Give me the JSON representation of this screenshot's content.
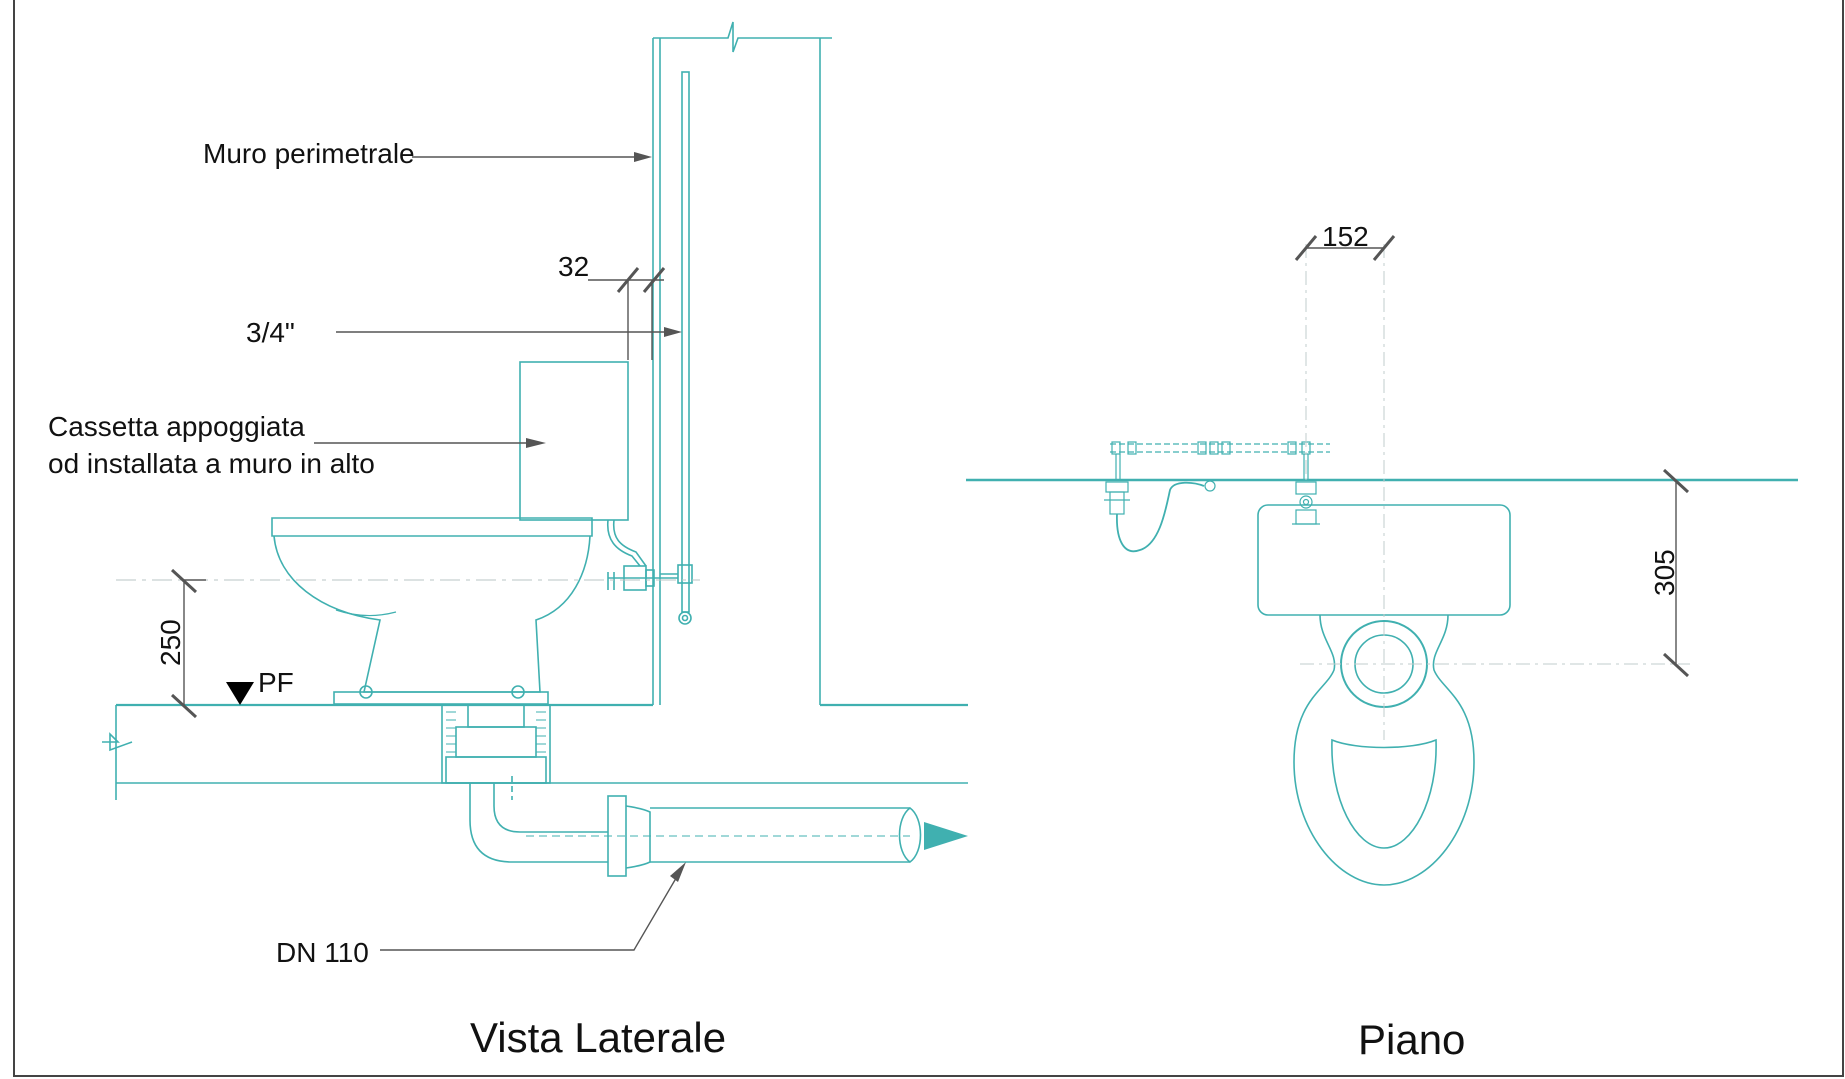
{
  "colors": {
    "fixture_line": "#40b0b0",
    "leader_line": "#555555",
    "text": "#111111",
    "border": "#444444",
    "centerline": "#b8c4c4",
    "flow_arrow": "#40b0b0"
  },
  "side_view": {
    "title": "Vista Laterale",
    "labels": {
      "wall": "Muro perimetrale",
      "pipe_size": "3/4\"",
      "tank_line1": "Cassetta appoggiata",
      "tank_line2": "od installata a muro in alto",
      "floor_level": "PF",
      "drain": "DN 110"
    },
    "dimensions": {
      "wall_offset": "32",
      "inlet_height": "250"
    }
  },
  "plan_view": {
    "title": "Piano",
    "dimensions": {
      "inlet_spacing": "152",
      "drain_distance": "305"
    }
  }
}
